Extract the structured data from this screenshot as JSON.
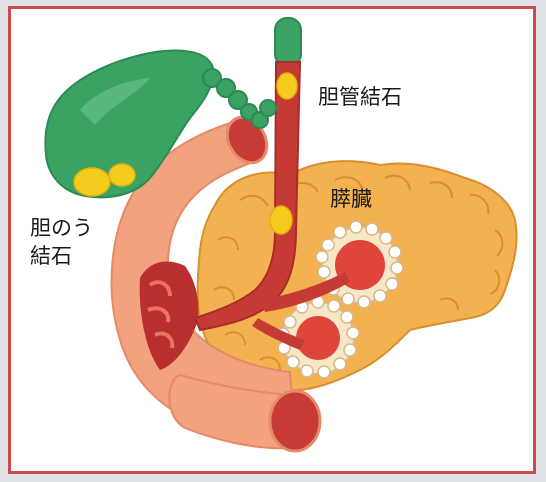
{
  "labels": {
    "bile_duct_stone": "胆管結石",
    "pancreas": "膵臓",
    "gallstone_line1": "胆のう",
    "gallstone_line2": "結石"
  },
  "colors": {
    "frame": "#cf4b4b",
    "gallbladder": "#3aa364",
    "stone": "#f5cc1e",
    "duodenum": "#f2a27f",
    "pancreas": "#f3b14f",
    "duct": "#c63a36"
  }
}
